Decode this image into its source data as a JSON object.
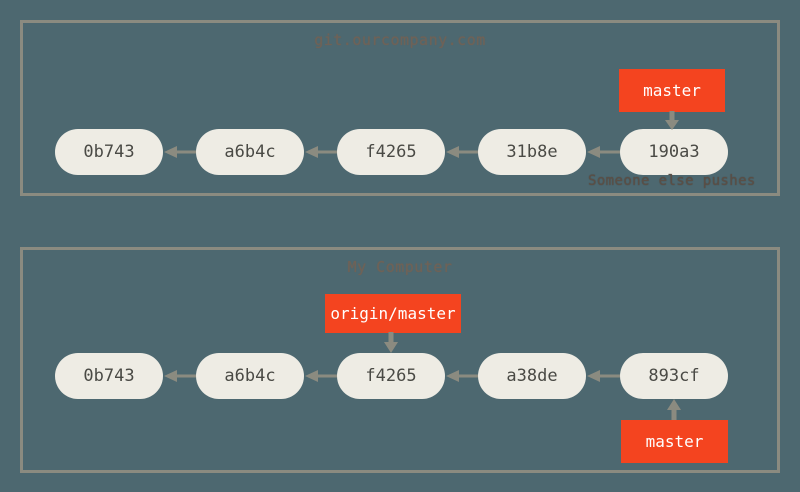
{
  "diagram": {
    "title": "Git remote and local branch divergence",
    "background_color": "#4d6870",
    "panel_border_color": "#8b8b80",
    "commit_fill_color": "#eeece4",
    "commit_text_color": "#4a4a45",
    "ref_label_color": "#f4441f",
    "ref_label_text_color": "#ffffff",
    "arrow_color": "#8b8b80",
    "annotation_color": "#5a4f46"
  },
  "panels": {
    "remote": {
      "title": "git.ourcompany.com",
      "commits": [
        {
          "id": "0b743"
        },
        {
          "id": "a6b4c"
        },
        {
          "id": "f4265"
        },
        {
          "id": "31b8e"
        },
        {
          "id": "190a3"
        }
      ],
      "refs": [
        {
          "label": "master",
          "points_to": "190a3",
          "direction": "down"
        }
      ],
      "annotation": "Someone else pushes"
    },
    "local": {
      "title": "My Computer",
      "commits": [
        {
          "id": "0b743"
        },
        {
          "id": "a6b4c"
        },
        {
          "id": "f4265"
        },
        {
          "id": "a38de"
        },
        {
          "id": "893cf"
        }
      ],
      "refs": [
        {
          "label": "origin/master",
          "points_to": "f4265",
          "direction": "down"
        },
        {
          "label": "master",
          "points_to": "893cf",
          "direction": "up"
        }
      ]
    }
  }
}
